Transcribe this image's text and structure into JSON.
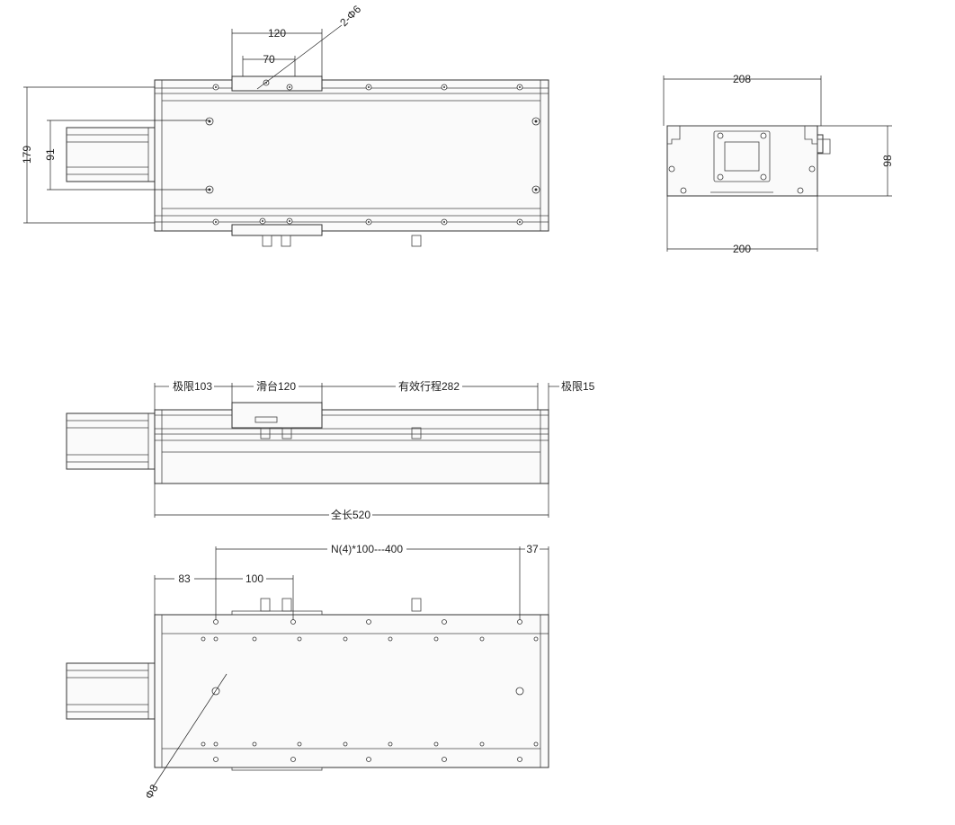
{
  "views": {
    "top": {
      "dims": {
        "slide_width": "120",
        "hole_pitch": "70",
        "hole_callout": "2-Φ6",
        "overall_width": "179",
        "motor_width": "91"
      }
    },
    "end": {
      "dims": {
        "top_width": "208",
        "height": "98",
        "bottom_width": "200"
      }
    },
    "side": {
      "dims": {
        "left_limit": "极限103",
        "slide": "滑台120",
        "stroke": "有效行程282",
        "right_limit": "极限15",
        "total_length": "全长520"
      }
    },
    "bottom": {
      "dims": {
        "left_offset": "83",
        "hole_spacing": "100",
        "hole_pattern": "N(4)*100---400",
        "right_offset": "37",
        "hole_dia": "Φ8"
      }
    }
  }
}
